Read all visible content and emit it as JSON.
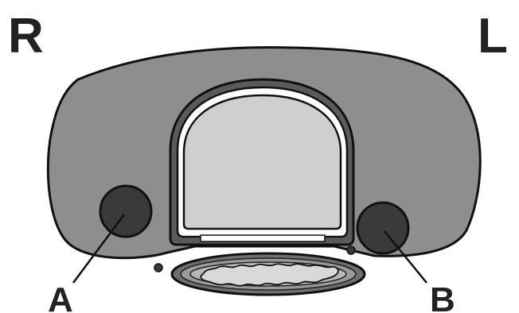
{
  "orientation": {
    "right_marker": "R",
    "left_marker": "L"
  },
  "callouts": {
    "a": "A",
    "b": "B"
  },
  "colors": {
    "background": "#ffffff",
    "outline": "#111111",
    "body_fill": "#8e8e8e",
    "wall_fill": "#5a5a5a",
    "lumen_fill": "#cfcfcf",
    "lumen_ring": "#ffffff",
    "vessel_fill": "#3a3a3a",
    "bowel_outer": "#6f6f6f",
    "bowel_mid": "#9a9a9a",
    "bowel_inner": "#b8b8b8",
    "bowel_content": "#d9d9d9"
  }
}
